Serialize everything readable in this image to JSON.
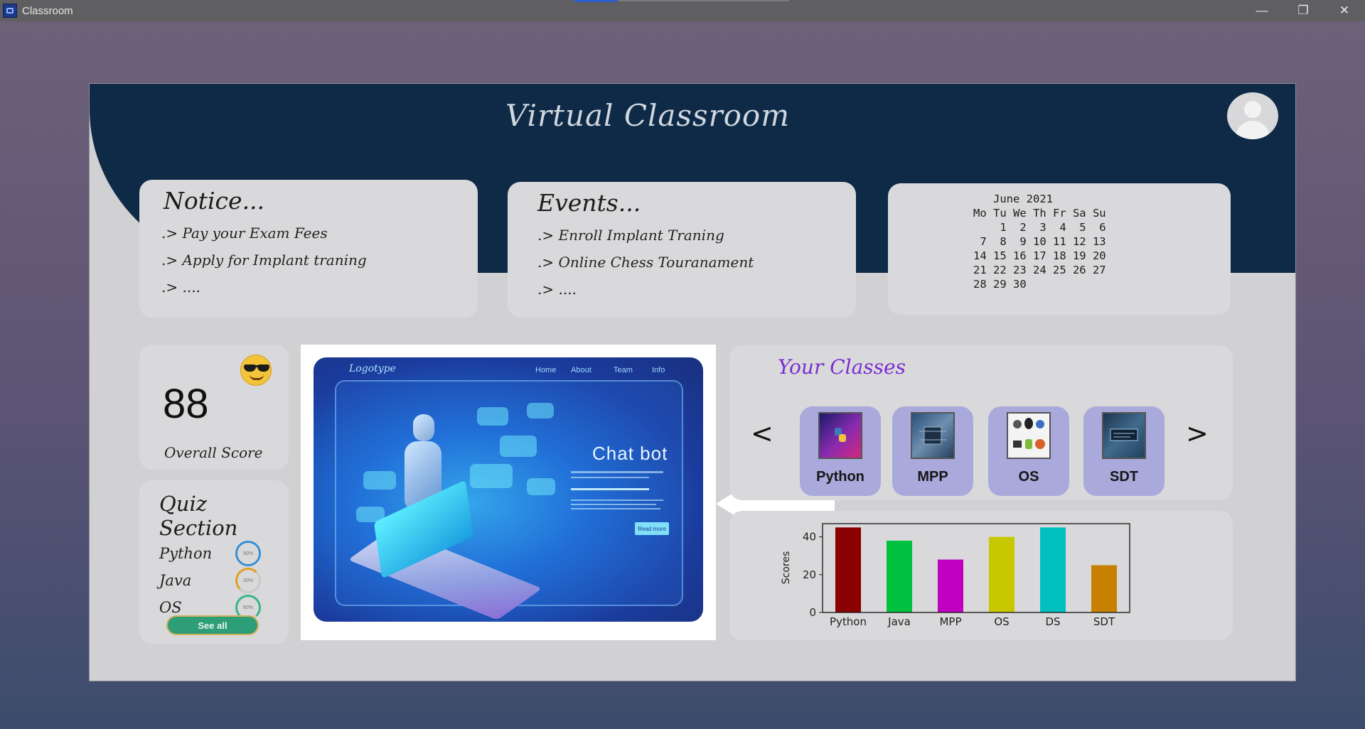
{
  "window": {
    "title": "Classroom",
    "controls": [
      "minimize-icon",
      "restore-icon",
      "close-icon"
    ]
  },
  "header": {
    "title": "Virtual Classroom"
  },
  "notice": {
    "title": "Notice...",
    "items": [
      ".> Pay your Exam Fees",
      ".> Apply for Implant traning",
      ".> ...."
    ]
  },
  "events": {
    "title": "Events...",
    "items": [
      ".> Enroll Implant Traning",
      ".> Online Chess Touranament",
      ".> ...."
    ]
  },
  "calendar": {
    "month": "June 2021",
    "text": "   June 2021\nMo Tu We Th Fr Sa Su\n    1  2  3  4  5  6\n 7  8  9 10 11 12 13\n14 15 16 17 18 19 20\n21 22 23 24 25 26 27\n28 29 30"
  },
  "score": {
    "value": "88",
    "label": "Overall Score",
    "emoji": "sunglasses-face-icon"
  },
  "quiz": {
    "title": "Quiz Section",
    "items": [
      {
        "label": "Python",
        "pct": "90%",
        "color": "#3a8fd6"
      },
      {
        "label": "Java",
        "pct": "30%",
        "color": "#e0a020"
      },
      {
        "label": "OS",
        "pct": "60%",
        "color": "#3ab58a"
      }
    ],
    "see_all": "See all"
  },
  "promo": {
    "logo": "Logotype",
    "nav": [
      "Home",
      "About",
      "Team",
      "Info"
    ],
    "headline": "Chat bot",
    "button": "Read more"
  },
  "classes": {
    "title": "Your Classes",
    "prev": "<",
    "next": ">",
    "items": [
      {
        "name": "Python",
        "icon": "python-logo-icon"
      },
      {
        "name": "MPP",
        "icon": "microprocessor-chip-icon"
      },
      {
        "name": "OS",
        "icon": "os-logos-icon"
      },
      {
        "name": "SDT",
        "icon": "software-development-icon"
      }
    ]
  },
  "chart_data": {
    "type": "bar",
    "categories": [
      "Python",
      "Java",
      "MPP",
      "OS",
      "DS",
      "SDT"
    ],
    "values": [
      45,
      38,
      28,
      40,
      45,
      25
    ],
    "colors": [
      "#8b0000",
      "#00c040",
      "#c000c0",
      "#c8c800",
      "#00c0c0",
      "#c88000"
    ],
    "ylabel": "Scores",
    "xlabel": "",
    "ylim": [
      0,
      47
    ],
    "yticks": [
      0,
      20,
      40
    ],
    "grid": false
  },
  "colors": {
    "header": "#0e2a47",
    "accent_purple": "#7b2ed1",
    "tile": "#a9a9db",
    "see_all": "#2e9e78"
  }
}
